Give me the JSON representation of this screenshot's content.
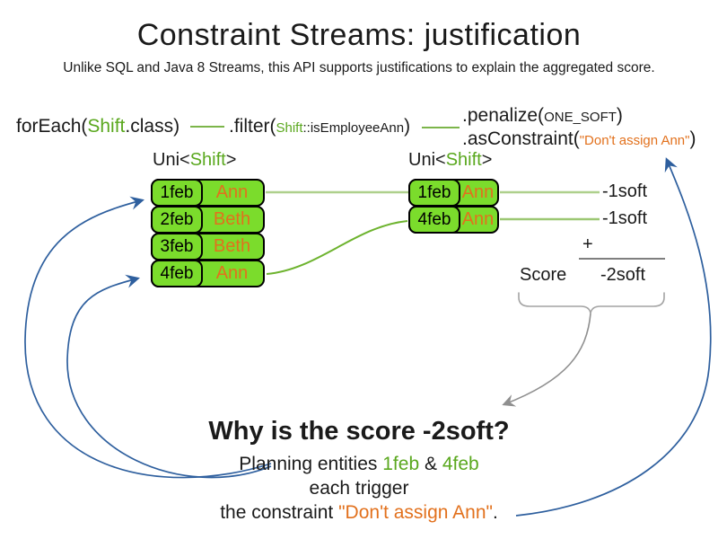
{
  "title": "Constraint Streams: justification",
  "subtitle": "Unlike SQL and Java 8 Streams, this API supports justifications to explain the aggregated score.",
  "code": {
    "foreach_prefix": "forEach(",
    "foreach_class": "Shift",
    "foreach_suffix": ".class)",
    "filter_prefix": ".filter(",
    "filter_class": "Shift",
    "filter_method": "::isEmployeeAnn",
    "filter_suffix": ")",
    "penalize_prefix": ".penalize(",
    "penalize_arg": "ONE_SOFT",
    "penalize_suffix": ")",
    "asconstraint_prefix": ".asConstraint(",
    "asconstraint_arg": "\"Don't assign Ann\"",
    "asconstraint_suffix": ")"
  },
  "left_stream": {
    "type_prefix": "Uni<",
    "type_param": "Shift",
    "type_suffix": ">",
    "rows": [
      {
        "date": "1feb",
        "employee": "Ann"
      },
      {
        "date": "2feb",
        "employee": "Beth"
      },
      {
        "date": "3feb",
        "employee": "Beth"
      },
      {
        "date": "4feb",
        "employee": "Ann"
      }
    ]
  },
  "right_stream": {
    "type_prefix": "Uni<",
    "type_param": "Shift",
    "type_suffix": ">",
    "rows": [
      {
        "date": "1feb",
        "employee": "Ann"
      },
      {
        "date": "4feb",
        "employee": "Ann"
      }
    ]
  },
  "scores": {
    "per_row": [
      "-1soft",
      "-1soft"
    ],
    "plus_sign": "+",
    "score_label": "Score",
    "total": "-2soft"
  },
  "why": {
    "heading": "Why is the score -2soft?",
    "line1_prefix": "Planning entities ",
    "line1_entity1": "1feb",
    "line1_amp": " & ",
    "line1_entity2": "4feb",
    "line2": "each trigger",
    "line3_prefix": "the constraint ",
    "line3_constraint": "\"Don't assign Ann\"",
    "line3_suffix": "."
  },
  "colors": {
    "box_green": "#7bdc2c",
    "code_green": "#5aa81e",
    "orange": "#e2711d",
    "light_green_line": "#aed08c",
    "mid_green_line": "#6db32e",
    "blue_arrow": "#2e5f9e",
    "gray": "#8f8f8f"
  }
}
